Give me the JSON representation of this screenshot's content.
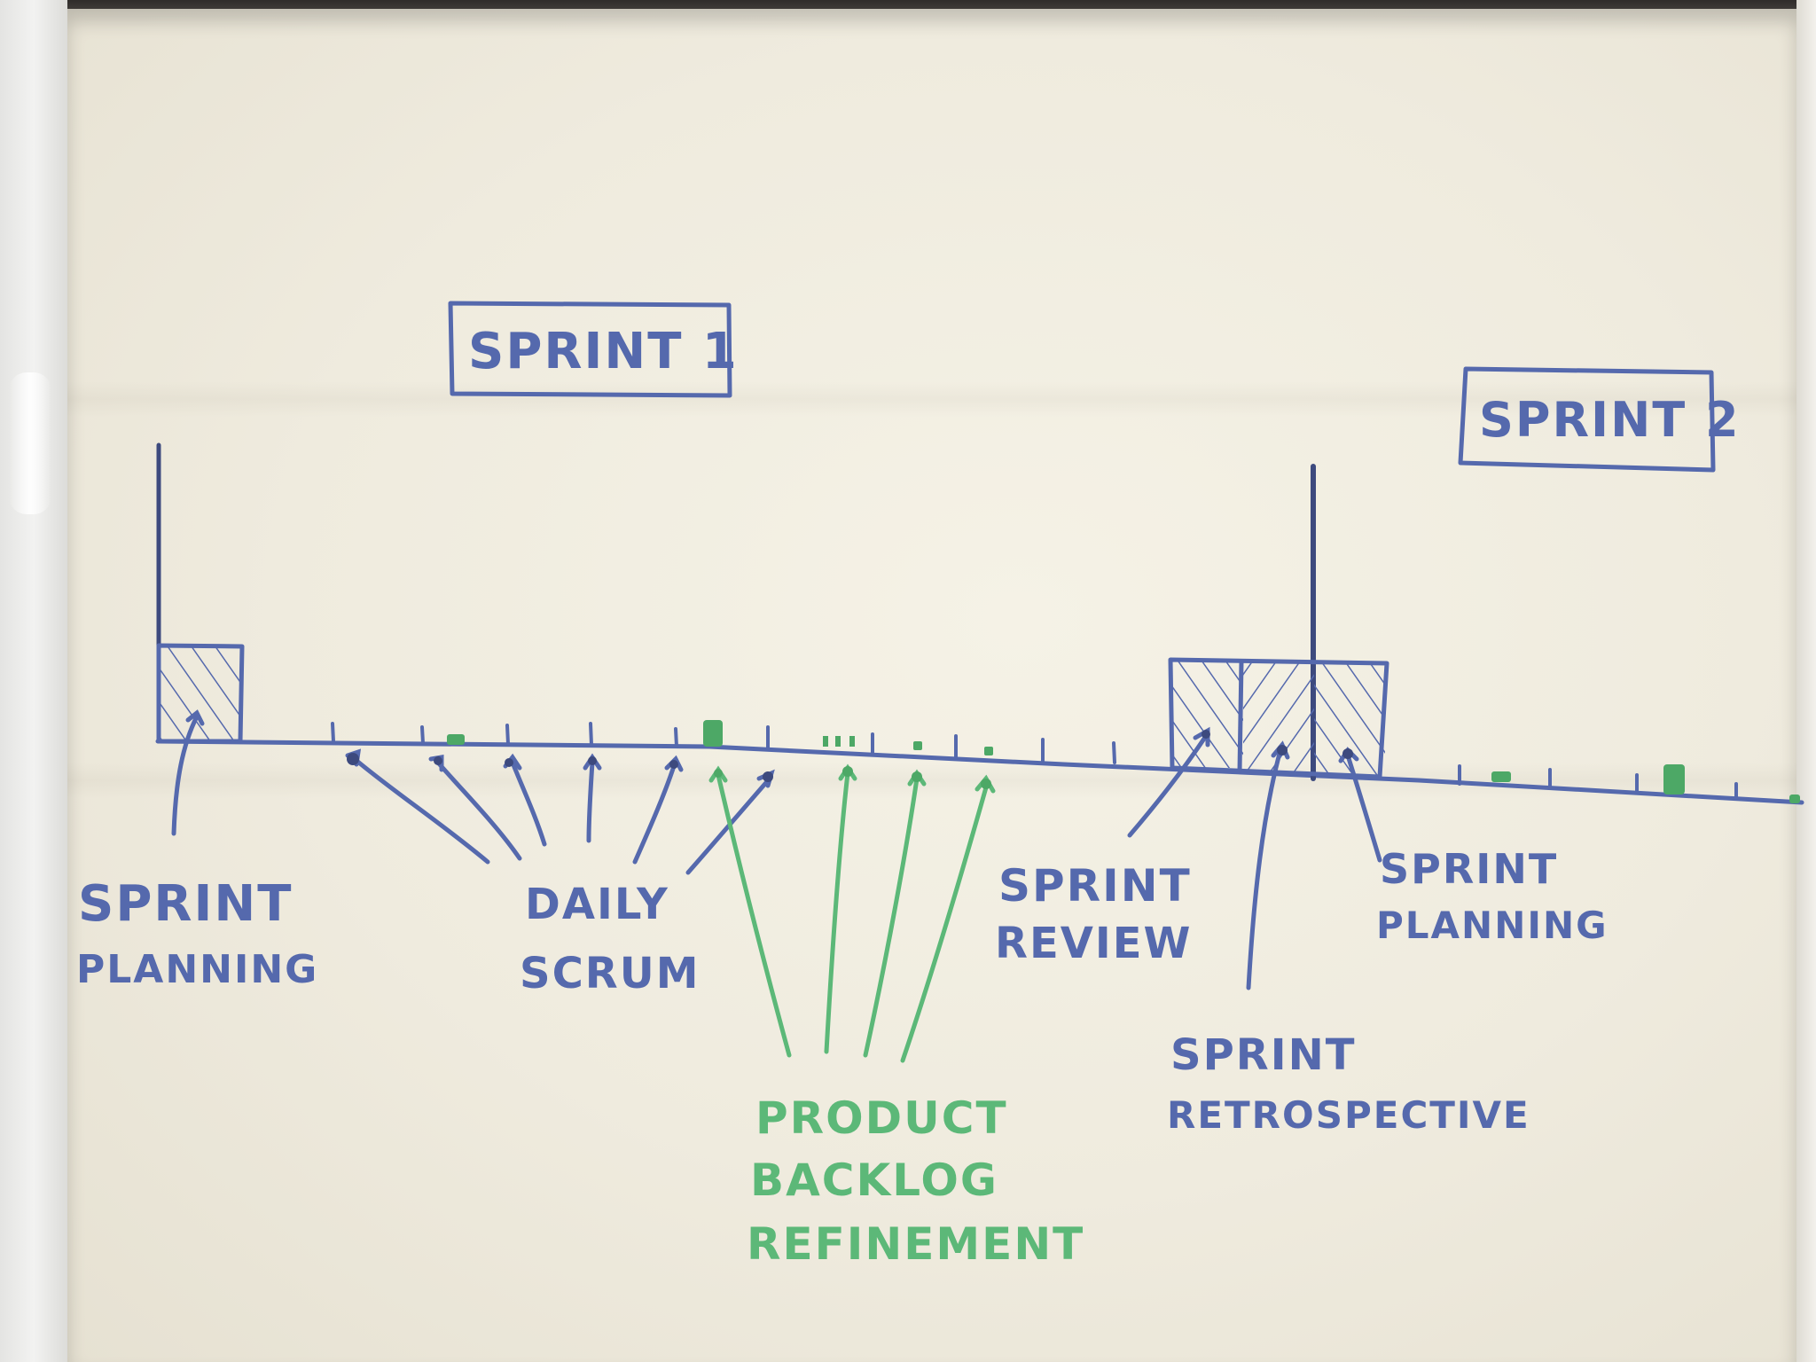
{
  "labels": {
    "sprint1": "SPRINT 1",
    "sprint2": "SPRINT 2",
    "planning1": [
      "SPRINT",
      "PLANNING"
    ],
    "daily_scrum": [
      "DAILY",
      "SCRUM"
    ],
    "refinement": [
      "PRODUCT",
      "BACKLOG",
      "REFINEMENT"
    ],
    "review": [
      "SPRINT",
      "REVIEW"
    ],
    "retrospective": [
      "SPRINT",
      "RETROSPECTIVE"
    ],
    "planning2": [
      "SPRINT",
      "PLANNING"
    ]
  },
  "colors": {
    "blue_marker": "#5569ad",
    "green_marker": "#5cb878",
    "paper": "#efebde"
  }
}
